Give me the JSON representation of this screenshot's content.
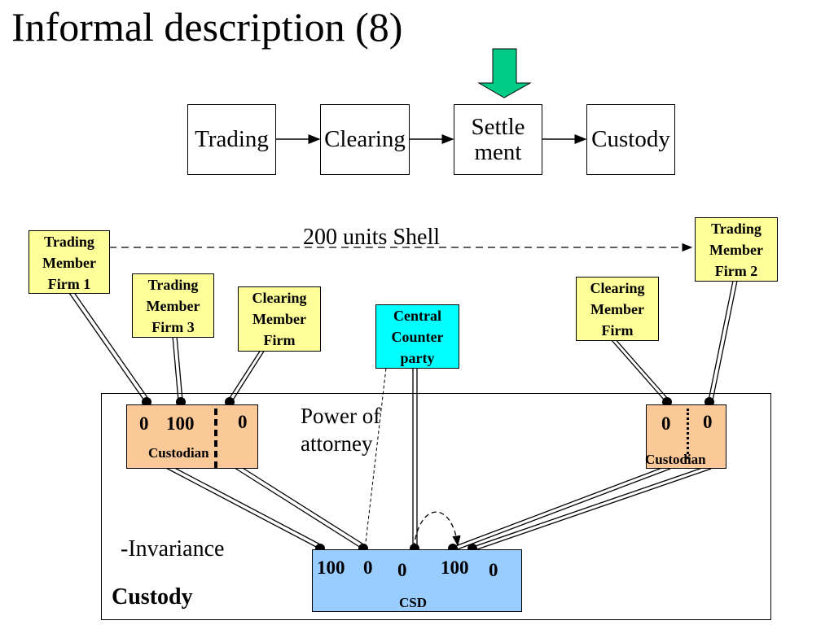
{
  "title": "Informal description (8)",
  "flow": {
    "steps": [
      "Trading",
      "Clearing",
      "Settle ment",
      "Custody"
    ],
    "step3_lines": [
      "Settle",
      "ment"
    ],
    "highlight_color": "#00cc88",
    "highlight_icon": "down-arrow-icon"
  },
  "participants": {
    "tmf1": [
      "Trading",
      "Member",
      "Firm 1"
    ],
    "tmf2": [
      "Trading",
      "Member",
      "Firm 2"
    ],
    "tmf3": [
      "Trading",
      "Member",
      "Firm 3"
    ],
    "cmf_left": [
      "Clearing",
      "Member",
      "Firm"
    ],
    "cmf_right": [
      "Clearing",
      "Member",
      "Firm"
    ],
    "ccp": [
      "Central",
      "Counter",
      "party"
    ]
  },
  "transfer_label": "200 units Shell",
  "power_of_attorney": [
    "Power of",
    "attorney"
  ],
  "custodian_left": {
    "label": "Custodian",
    "v1": "0",
    "v2": "100",
    "v3": "0"
  },
  "custodian_right": {
    "label": "Custodian",
    "v1": "0",
    "v2": "0"
  },
  "invariance": "-Invariance",
  "custody_label": "Custody",
  "csd": {
    "label": "CSD",
    "v1": "100",
    "v2": "0",
    "v3": "0",
    "v4": "100",
    "v5": "0"
  },
  "colors": {
    "participant": "#ffff99",
    "ccp": "#00ffff",
    "custodian": "#fbc898",
    "csd": "#99ccff"
  }
}
